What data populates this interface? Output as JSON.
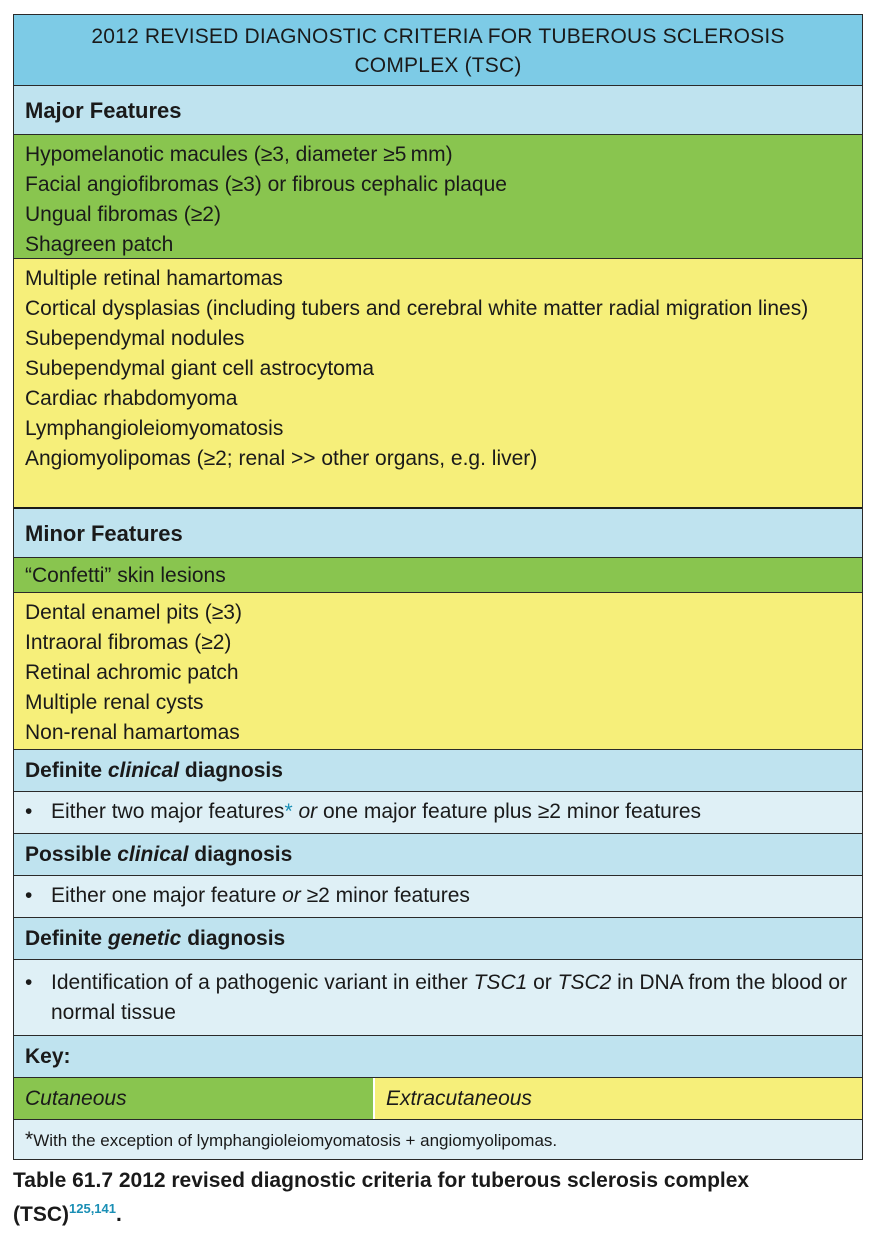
{
  "title": {
    "line1": "2012 REVISED DIAGNOSTIC CRITERIA FOR TUBEROUS SCLEROSIS",
    "line2": "COMPLEX (TSC)"
  },
  "major": {
    "heading": "Major Features",
    "cutaneous": [
      "Hypomelanotic macules (≥3, diameter ≥5 mm)",
      "Facial angiofibromas (≥3) or fibrous cephalic plaque",
      "Ungual fibromas (≥2)",
      "Shagreen patch"
    ],
    "extracutaneous": [
      "Multiple retinal hamartomas",
      "Cortical dysplasias (including tubers and cerebral white matter radial migration lines)",
      "Subependymal nodules",
      "Subependymal giant cell astrocytoma",
      "Cardiac rhabdomyoma",
      "Lymphangioleiomyomatosis",
      "Angiomyolipomas (≥2; renal >> other organs, e.g. liver)"
    ]
  },
  "minor": {
    "heading": "Minor Features",
    "cutaneous": [
      "“Confetti” skin lesions"
    ],
    "extracutaneous": [
      "Dental enamel pits (≥3)",
      "Intraoral fibromas (≥2)",
      "Retinal achromic patch",
      "Multiple renal cysts",
      "Non-renal hamartomas"
    ]
  },
  "diagnosis": {
    "definite_clinical": {
      "pre": "Definite ",
      "em": "clinical",
      "post": " diagnosis",
      "bullet": "•",
      "text_a": "Either two major features",
      "star": "*",
      "or": " or ",
      "text_b": "one major feature plus ≥2 minor features"
    },
    "possible_clinical": {
      "pre": "Possible ",
      "em": "clinical",
      "post": " diagnosis",
      "bullet": "•",
      "text_a": "Either one major feature ",
      "or": "or",
      "text_b": " ≥2 minor features"
    },
    "definite_genetic": {
      "pre": "Definite ",
      "em": "genetic",
      "post": " diagnosis",
      "bullet": "•",
      "text_a": "Identification of a pathogenic variant in either ",
      "gene1": "TSC1",
      "mid": " or ",
      "gene2": "TSC2",
      "text_b": " in DNA from the blood or normal tissue"
    }
  },
  "key": {
    "heading": "Key:",
    "cutaneous_label": "Cutaneous",
    "extracutaneous_label": "Extracutaneous",
    "footnote_star": "*",
    "footnote_text": "With the exception of lymphangioleiomyomatosis + angiomyolipomas."
  },
  "caption": {
    "label": "Table 61.7",
    "text": " 2012 revised diagnostic criteria for tuberous sclerosis complex (TSC)",
    "refs": "125,141",
    "end": "."
  },
  "colors": {
    "title_bg": "#7dcbe6",
    "header_bg": "#bfe3ef",
    "cutaneous_green": "#89c54f",
    "extracutaneous_yellow": "#f6ef7a",
    "accent_blue": "#1a8fb5"
  }
}
